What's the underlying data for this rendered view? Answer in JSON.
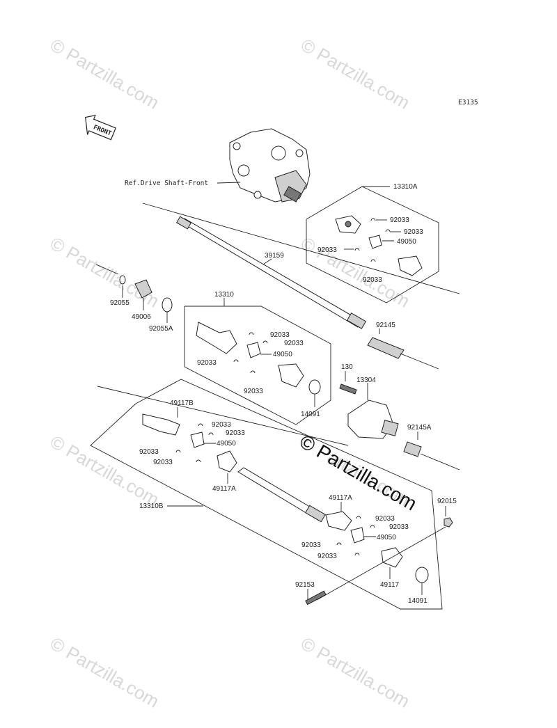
{
  "diagram_code": "E3135",
  "front_label": "FRONT",
  "ref_label": "Ref.Drive Shaft-Front",
  "watermark": "© Partzilla.com",
  "watermark_main": "© Partzilla.com",
  "parts": {
    "p13310A": "13310A",
    "p92033_a1": "92033",
    "p92033_a2": "92033",
    "p49050_a": "49050",
    "p92033_a3": "92033",
    "p92033_a4": "92033",
    "p39159": "39159",
    "p92055": "92055",
    "p49006": "49006",
    "p92055A": "92055A",
    "p13310": "13310",
    "p92033_b1": "92033",
    "p92033_b2": "92033",
    "p49050_b": "49050",
    "p92033_b3": "92033",
    "p92033_b4": "92033",
    "p92145": "92145",
    "p130": "130",
    "p13304": "13304",
    "p14091_a": "14091",
    "p92145A": "92145A",
    "p49117B": "49117B",
    "p92033_c1": "92033",
    "p92033_c2": "92033",
    "p49050_c": "49050",
    "p92033_c3": "92033",
    "p92033_c4": "92033",
    "p49117A_a": "49117A",
    "p13310B": "13310B",
    "p49117A_b": "49117A",
    "p92033_d1": "92033",
    "p92033_d2": "92033",
    "p49050_d": "49050",
    "p92033_d3": "92033",
    "p92033_d4": "92033",
    "p92015": "92015",
    "p49117": "49117",
    "p14091_b": "14091",
    "p92153": "92153"
  }
}
